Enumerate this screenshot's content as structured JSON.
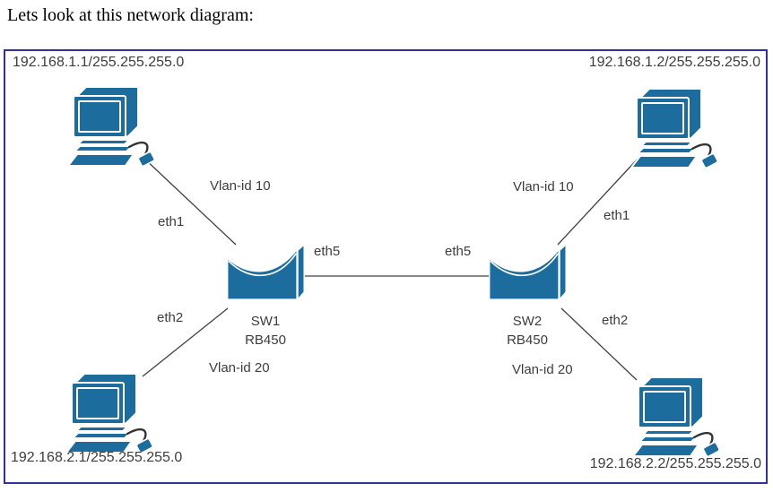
{
  "page": {
    "title": "Lets look at this network diagram:"
  },
  "colors": {
    "device_fill": "#1C6D9E",
    "frame_border": "#31319B",
    "label_text": "#3D3D3D",
    "connector_line": "#404040"
  },
  "diagram": {
    "hosts": {
      "top_left": {
        "ip": "192.168.1.1/255.255.255.0"
      },
      "top_right": {
        "ip": "192.168.1.2/255.255.255.0"
      },
      "bottom_left": {
        "ip": "192.168.2.1/255.255.255.0"
      },
      "bottom_right": {
        "ip": "192.168.2.2/255.255.255.0"
      }
    },
    "switches": {
      "sw1": {
        "name": "SW1",
        "model": "RB450"
      },
      "sw2": {
        "name": "SW2",
        "model": "RB450"
      }
    },
    "labels": {
      "sw1_vlan10": "Vlan-id 10",
      "sw1_eth1": "eth1",
      "sw1_eth2": "eth2",
      "sw1_eth5": "eth5",
      "sw1_vlan20": "Vlan-id 20",
      "sw2_vlan10": "Vlan-id 10",
      "sw2_eth1": "eth1",
      "sw2_eth2": "eth2",
      "sw2_eth5": "eth5",
      "sw2_vlan20": "Vlan-id 20"
    }
  }
}
